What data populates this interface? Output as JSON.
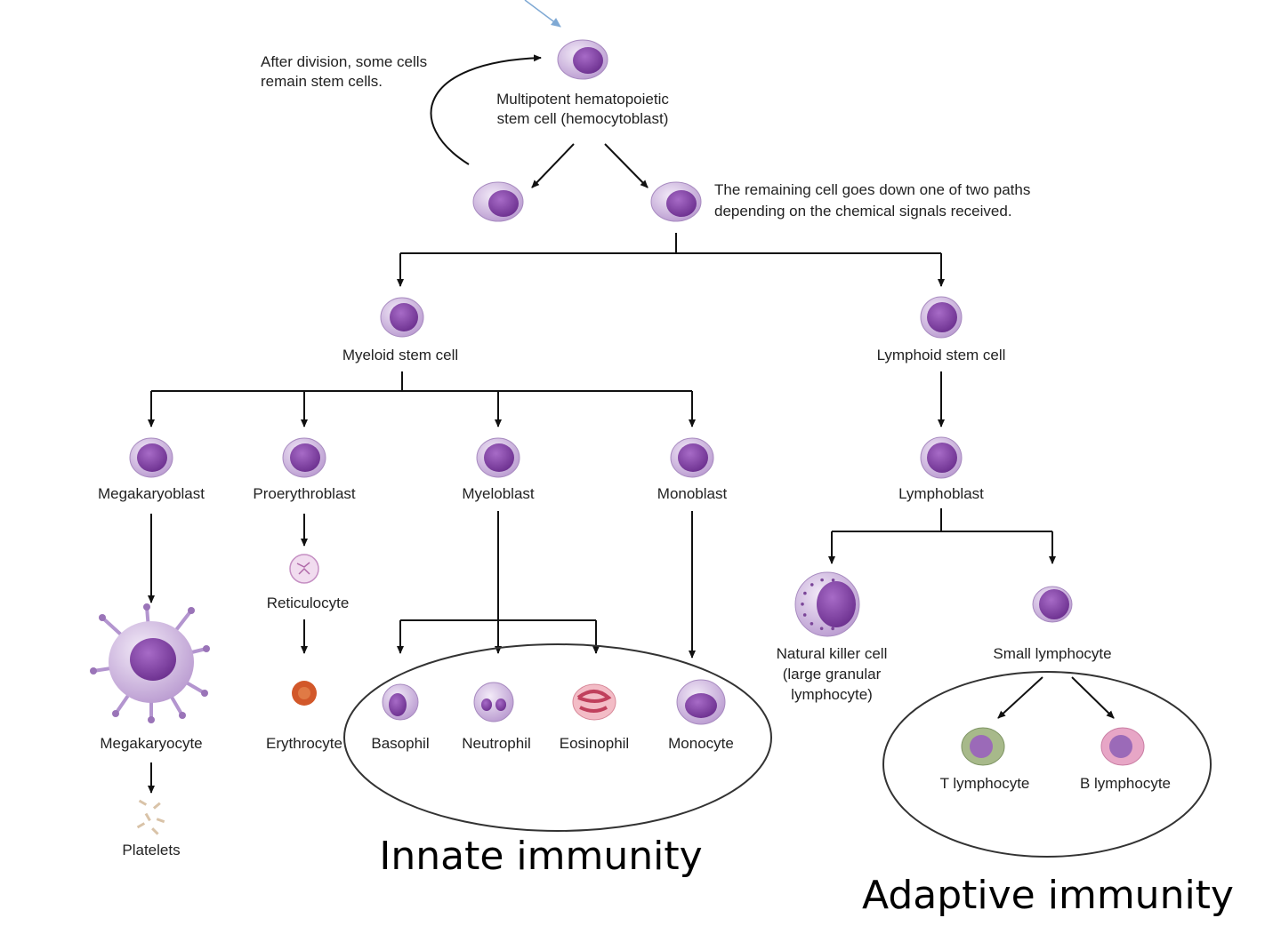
{
  "notes": {
    "self_renewal": [
      "After division, some cells",
      "remain stem cells."
    ],
    "paths": [
      "The remaining cell goes down one of two paths",
      "depending on the chemical signals received."
    ]
  },
  "cells": {
    "stem": [
      "Multipotent hematopoietic",
      "stem cell (hemocytoblast)"
    ],
    "myeloid": "Myeloid stem cell",
    "lymphoid": "Lymphoid stem cell",
    "megakaryoblast": "Megakaryoblast",
    "proerythroblast": "Proerythroblast",
    "myeloblast": "Myeloblast",
    "monoblast": "Monoblast",
    "lymphoblast": "Lymphoblast",
    "reticulocyte": "Reticulocyte",
    "megakaryocyte": "Megakaryocyte",
    "platelets": "Platelets",
    "erythrocyte": "Erythrocyte",
    "basophil": "Basophil",
    "neutrophil": "Neutrophil",
    "eosinophil": "Eosinophil",
    "monocyte": "Monocyte",
    "nk": [
      "Natural killer cell",
      "(large granular",
      "lymphocyte)"
    ],
    "small_lymphocyte": "Small lymphocyte",
    "t_lymphocyte": "T lymphocyte",
    "b_lymphocyte": "B lymphocyte"
  },
  "groups": {
    "innate": "Innate immunity",
    "adaptive": "Adaptive immunity"
  },
  "colors": {
    "cytoplasm": "#d9c6e6",
    "nucleus": "#8a4fae",
    "erythrocyte": "#d2582a",
    "t_cell_rim": "#a7b98a",
    "b_cell_rim": "#e7a6c6",
    "pointer_arrow": "#7fa9d4"
  }
}
